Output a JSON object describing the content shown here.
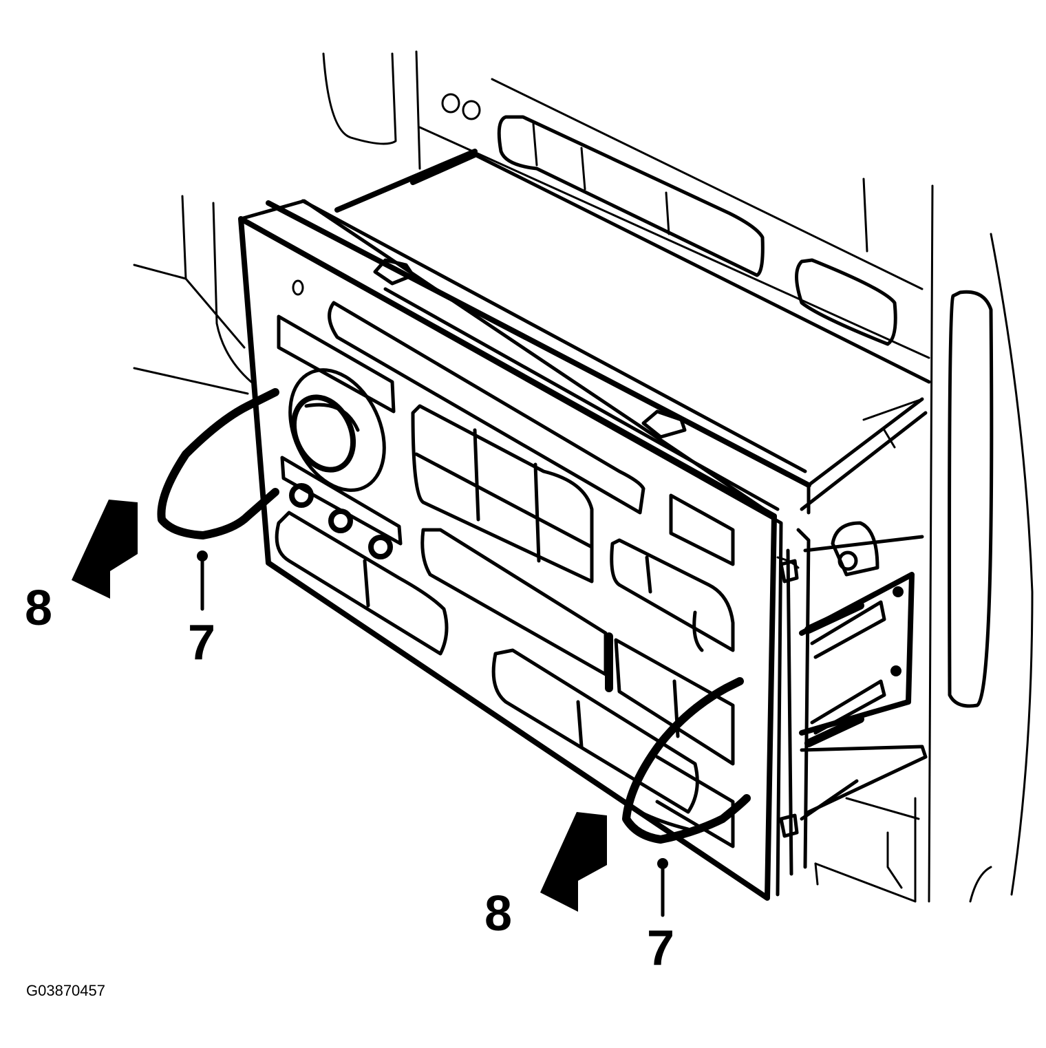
{
  "figure": {
    "callouts": [
      {
        "id": "left-tool-callout",
        "label": "7"
      },
      {
        "id": "right-tool-callout",
        "label": "7"
      },
      {
        "id": "left-arrow-callout",
        "label": "8"
      },
      {
        "id": "right-arrow-callout",
        "label": "8"
      }
    ],
    "figure_id": "G03870457"
  }
}
